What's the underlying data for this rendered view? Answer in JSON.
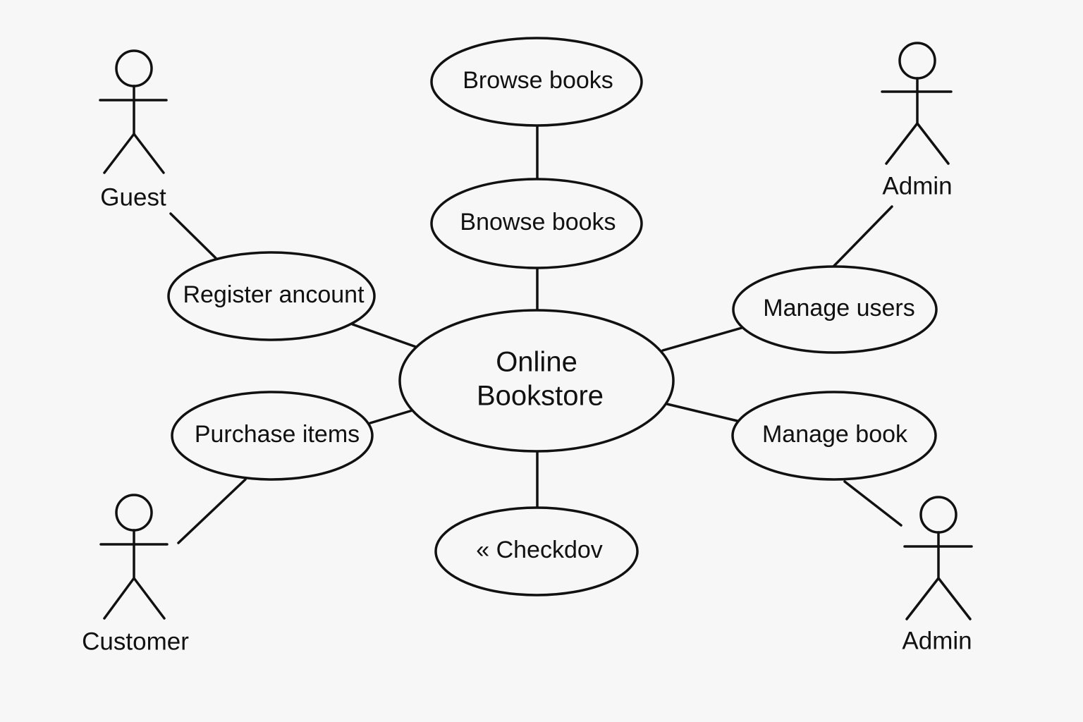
{
  "diagram": {
    "system": {
      "line1": "Online",
      "line2": "Bookstore"
    },
    "use_cases": {
      "browse_books_top": "Browse books",
      "browse_books_mid": "Bnowse books",
      "register_account": "Register ancount",
      "purchase_items": "Purchase items",
      "manage_users": "Manage users",
      "manage_book": "Manage book",
      "checkout": "« Checkdov"
    },
    "actors": {
      "guest": "Guest",
      "customer": "Customer",
      "admin_top": "Admin",
      "admin_bottom": "Admin"
    },
    "colors": {
      "background": "#f7f7f7",
      "ink": "#111111"
    }
  }
}
